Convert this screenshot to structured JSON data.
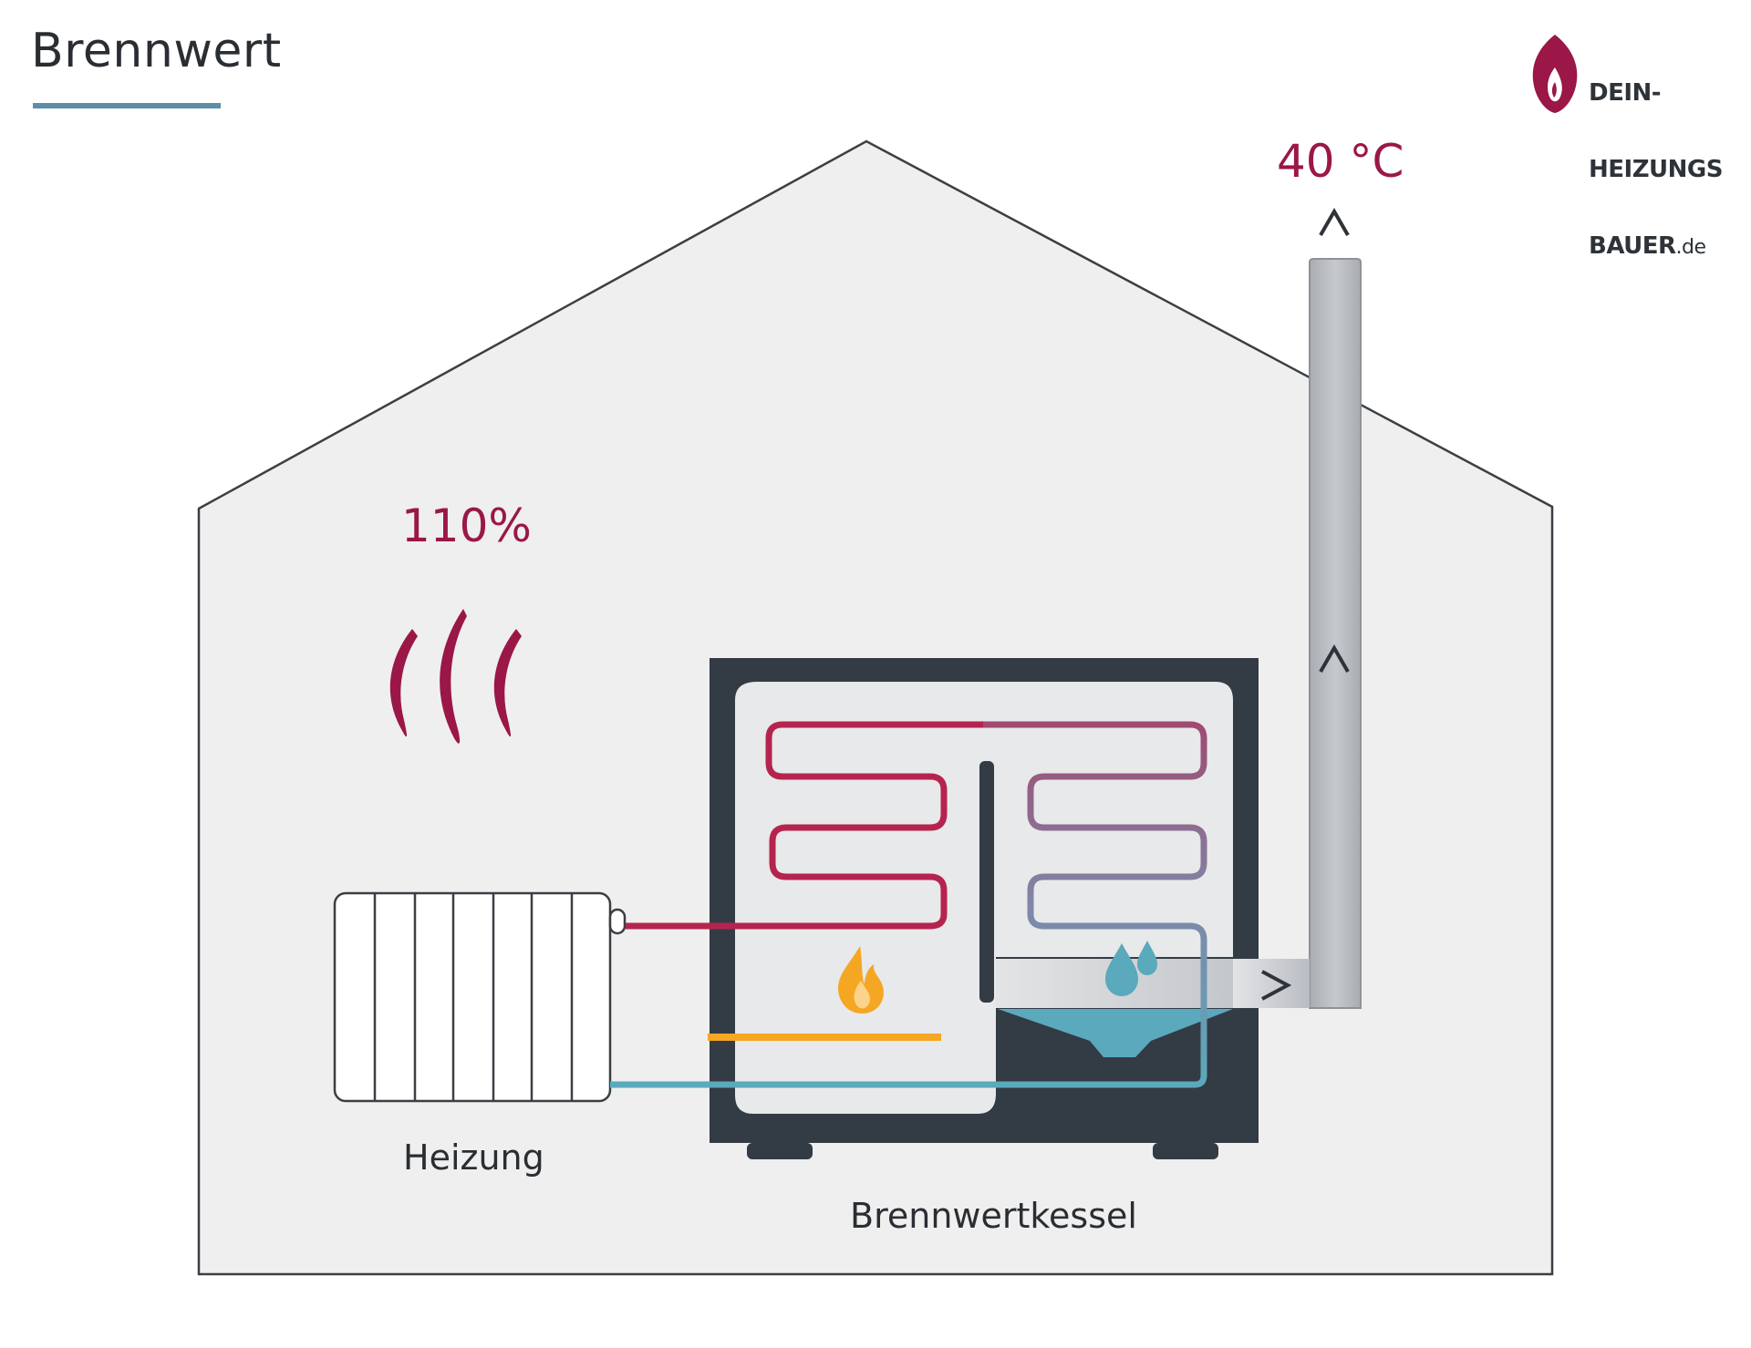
{
  "title": "Brennwert",
  "logo": {
    "line1": "DEIN-",
    "line2": "HEIZUNGS",
    "line3": "BAUER",
    "tld": ".de",
    "brand_color": "#9a1747"
  },
  "labels": {
    "efficiency": "110%",
    "exhaust_temperature": "40 °C",
    "radiator": "Heizung",
    "boiler": "Brennwertkessel"
  },
  "colors": {
    "accent": "#9a1747",
    "hot_pipe": "#b5244f",
    "cold_pipe": "#5aa9bc",
    "flame": "#f5a623",
    "burner": "#f5a623",
    "boiler_frame": "#333b45",
    "chimney": "#b9bdc2",
    "house_fill": "#efefef",
    "underline": "#5b8fa8"
  },
  "icons": [
    "heat-waves-icon",
    "flame-icon",
    "water-drops-icon",
    "arrow-up-icon",
    "arrow-right-icon"
  ]
}
